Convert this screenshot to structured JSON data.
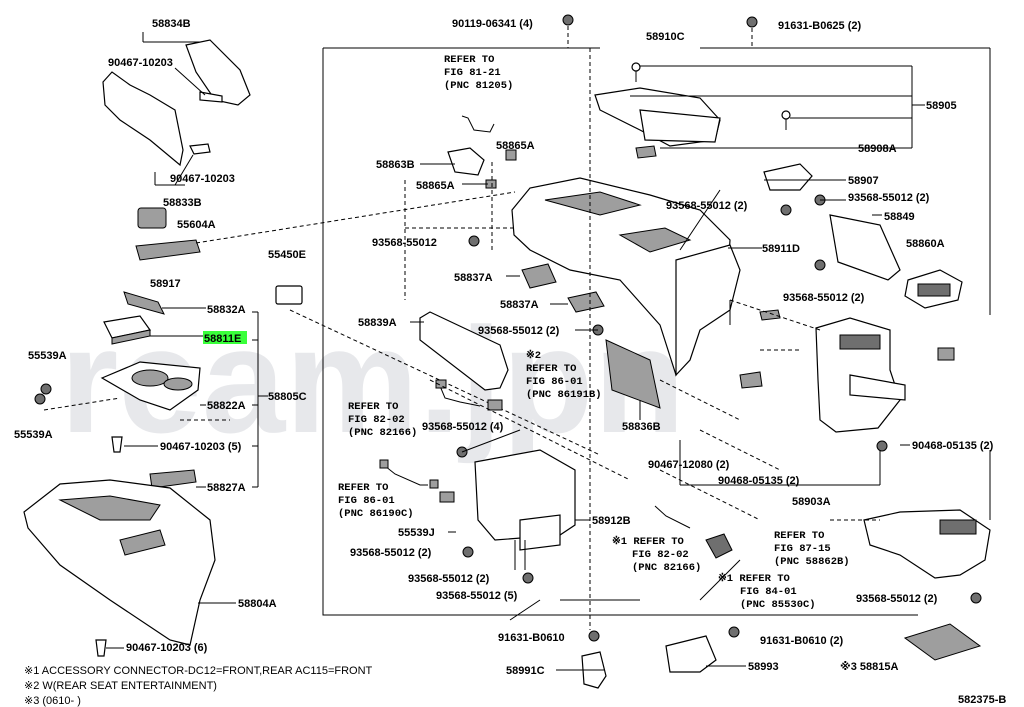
{
  "watermark": "ream.jpn",
  "figure_code": "582375-B",
  "labels": {
    "p58834B": "58834B",
    "p90467_10203_a": "90467-10203",
    "p90467_10203_b": "90467-10203",
    "p58833B": "58833B",
    "p55604A": "55604A",
    "p58917": "58917",
    "p55450E": "55450E",
    "p58832A": "58832A",
    "p58811E": "58811E",
    "p55539A_top": "55539A",
    "p55539A_bot": "55539A",
    "p58822A": "58822A",
    "p58805C": "58805C",
    "p90467_10203_5": "90467-10203 (5)",
    "p58827A": "58827A",
    "p58804A": "58804A",
    "p90467_10203_6": "90467-10203 (6)",
    "p90119_06341": "90119-06341 (4)",
    "p58910C": "58910C",
    "p91631_B0625": "91631-B0625 (2)",
    "p58905": "58905",
    "p58908A": "58908A",
    "p58863B": "58863B",
    "p58865A_a": "58865A",
    "p58865A_b": "58865A",
    "p58907": "58907",
    "p93568_55012_2a": "93568-55012 (2)",
    "p93568_55012_2b": "93568-55012 (2)",
    "p58849": "58849",
    "p93568_55012_a": "93568-55012",
    "p58860A": "58860A",
    "p58911D": "58911D",
    "p58837A_a": "58837A",
    "p58837A_b": "58837A",
    "p93568_55012_2c": "93568-55012 (2)",
    "p58839A": "58839A",
    "p93568_55012_2d": "93568-55012 (2)",
    "p58836B": "58836B",
    "p93568_55012_4": "93568-55012 (4)",
    "p90467_12080": "90467-12080 (2)",
    "p90468_05135_a": "90468-05135 (2)",
    "p90468_05135_b": "90468-05135 (2)",
    "p58903A": "58903A",
    "p58912B": "58912B",
    "p55539J": "55539J",
    "p93568_55012_2e": "93568-55012 (2)",
    "p93568_55012_2f": "93568-55012 (2)",
    "p93568_55012_5": "93568-55012 (5)",
    "p93568_55012_2g": "93568-55012 (2)",
    "p91631_B0610_a": "91631-B0610",
    "p58991C": "58991C",
    "p91631_B0610_b": "91631-B0610 (2)",
    "p58993": "58993",
    "p58815A": "※3 58815A"
  },
  "refs": {
    "r81": [
      "REFER TO",
      "FIG 81-21",
      "(PNC 81205)"
    ],
    "r86a": [
      "※2",
      "REFER TO",
      "FIG 86-01",
      "(PNC 86191B)"
    ],
    "r82a": [
      "REFER TO",
      "FIG 82-02",
      "(PNC 82166)"
    ],
    "r86b": [
      "REFER TO",
      "FIG 86-01",
      "(PNC 86190C)"
    ],
    "r82b": [
      "※1 REFER TO",
      "FIG 82-02",
      "(PNC 82166)"
    ],
    "r84": [
      "※1 REFER TO",
      "FIG 84-01",
      "(PNC 85530C)"
    ],
    "r87": [
      "REFER TO",
      "FIG 87-15",
      "(PNC 58862B)"
    ]
  },
  "notes": [
    "※1 ACCESSORY CONNECTOR-DC12=FRONT,REAR AC115=FRONT",
    "※2 W(REAR SEAT ENTERTAINMENT)",
    "※3 (0610-     )"
  ],
  "colors": {
    "highlight": "#39ff3a",
    "watermark": "#c9ccd2"
  }
}
